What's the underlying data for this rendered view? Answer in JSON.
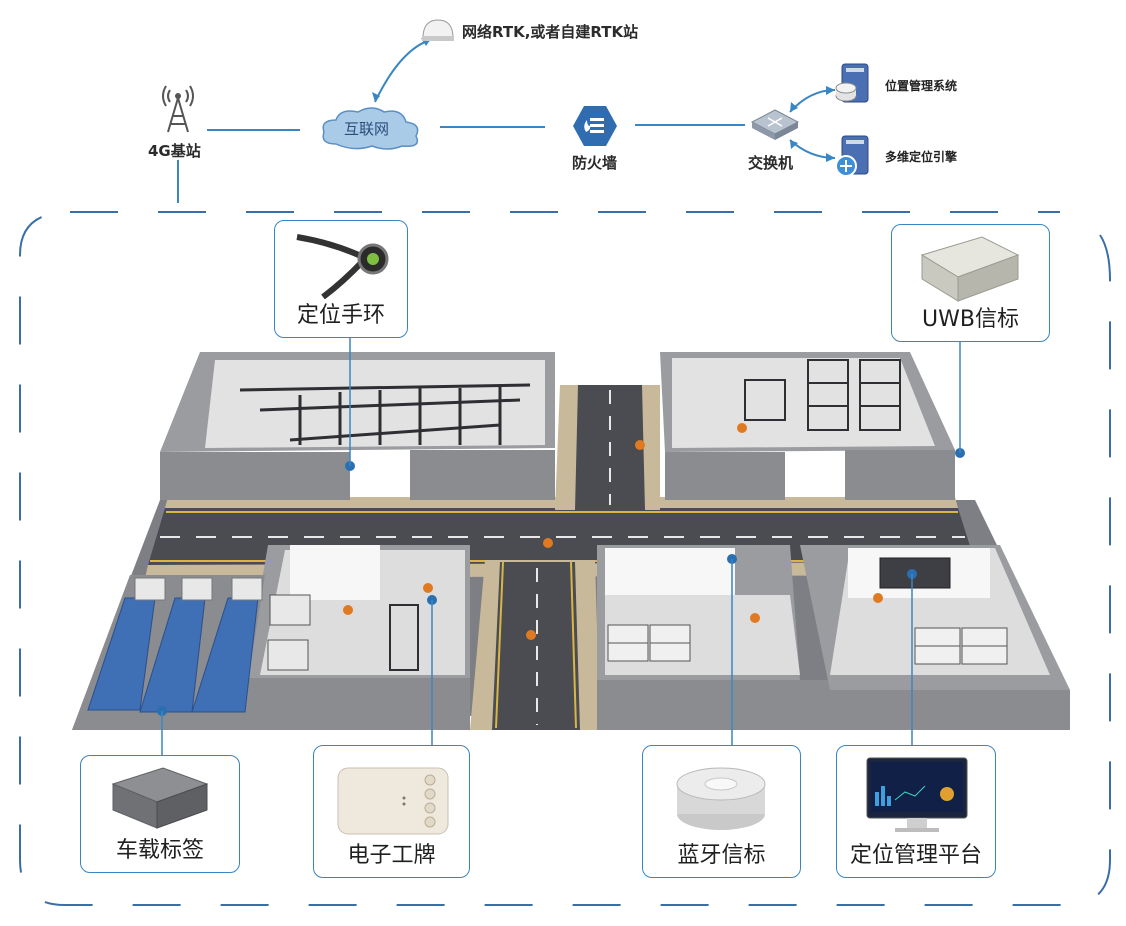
{
  "top": {
    "rtk_label": "网络RTK,或者自建RTK站",
    "base_station_label": "4G基站",
    "internet_label": "互联网",
    "firewall_label": "防火墙",
    "switch_label": "交换机",
    "server_top_label": "位置管理系统",
    "server_bottom_label": "多维定位引擎"
  },
  "devices": {
    "wristband": "定位手环",
    "uwb_beacon": "UWB信标",
    "vehicle_tag": "车载标签",
    "badge": "电子工牌",
    "bt_beacon": "蓝牙信标",
    "platform": "定位管理平台"
  },
  "colors": {
    "accent": "#3a86c4",
    "road": "#4a4c52",
    "wall": "#8a8c90",
    "floor": "#d9d9d9",
    "truck": "#3f6fb5"
  }
}
